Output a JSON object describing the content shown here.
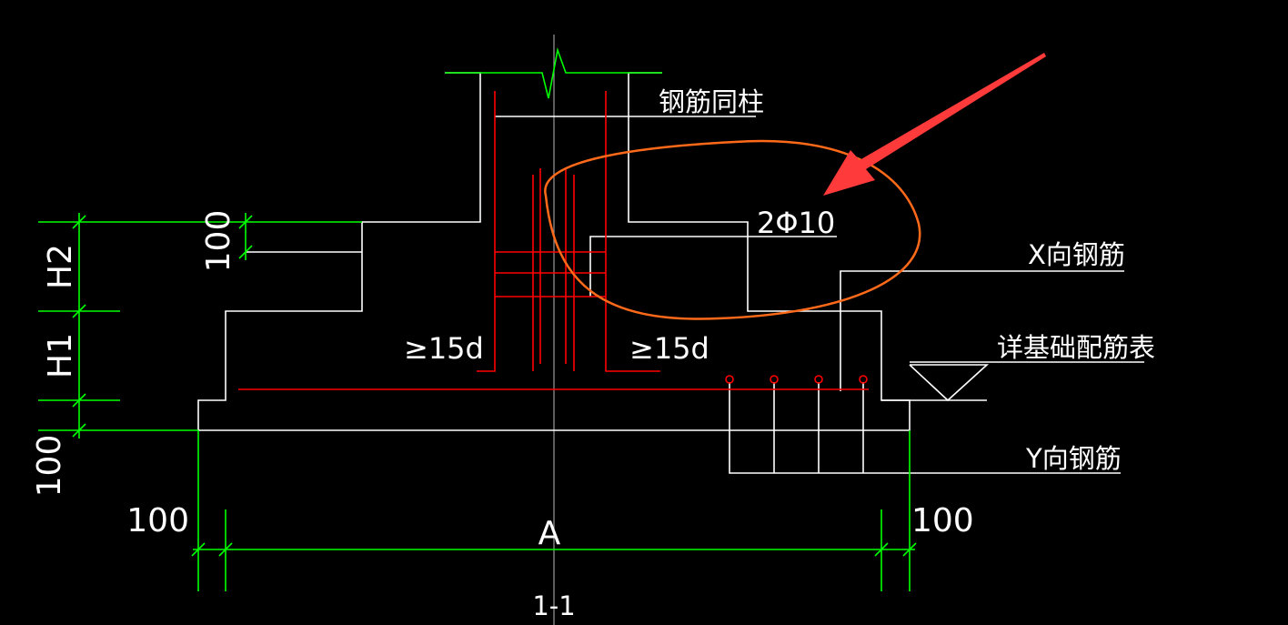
{
  "labels": {
    "column_rebar": "钢筋同柱",
    "stirrup": "2Φ10",
    "x_rebar": "X向钢筋",
    "foundation_table": "详基础配筋表",
    "y_rebar": "Y向钢筋",
    "anchor_left": "≥15d",
    "anchor_right": "≥15d"
  },
  "dimensions": {
    "step_100": "100",
    "h2": "H2",
    "h1": "H1",
    "base_100": "100",
    "left_100": "100",
    "right_100": "100",
    "width_a": "A"
  },
  "section_title": "1-1",
  "colors": {
    "background": "#000000",
    "outline": "#ffffff",
    "dimension": "#00ff00",
    "rebar": "#ff0000",
    "annotation": "#ff6a1a"
  }
}
